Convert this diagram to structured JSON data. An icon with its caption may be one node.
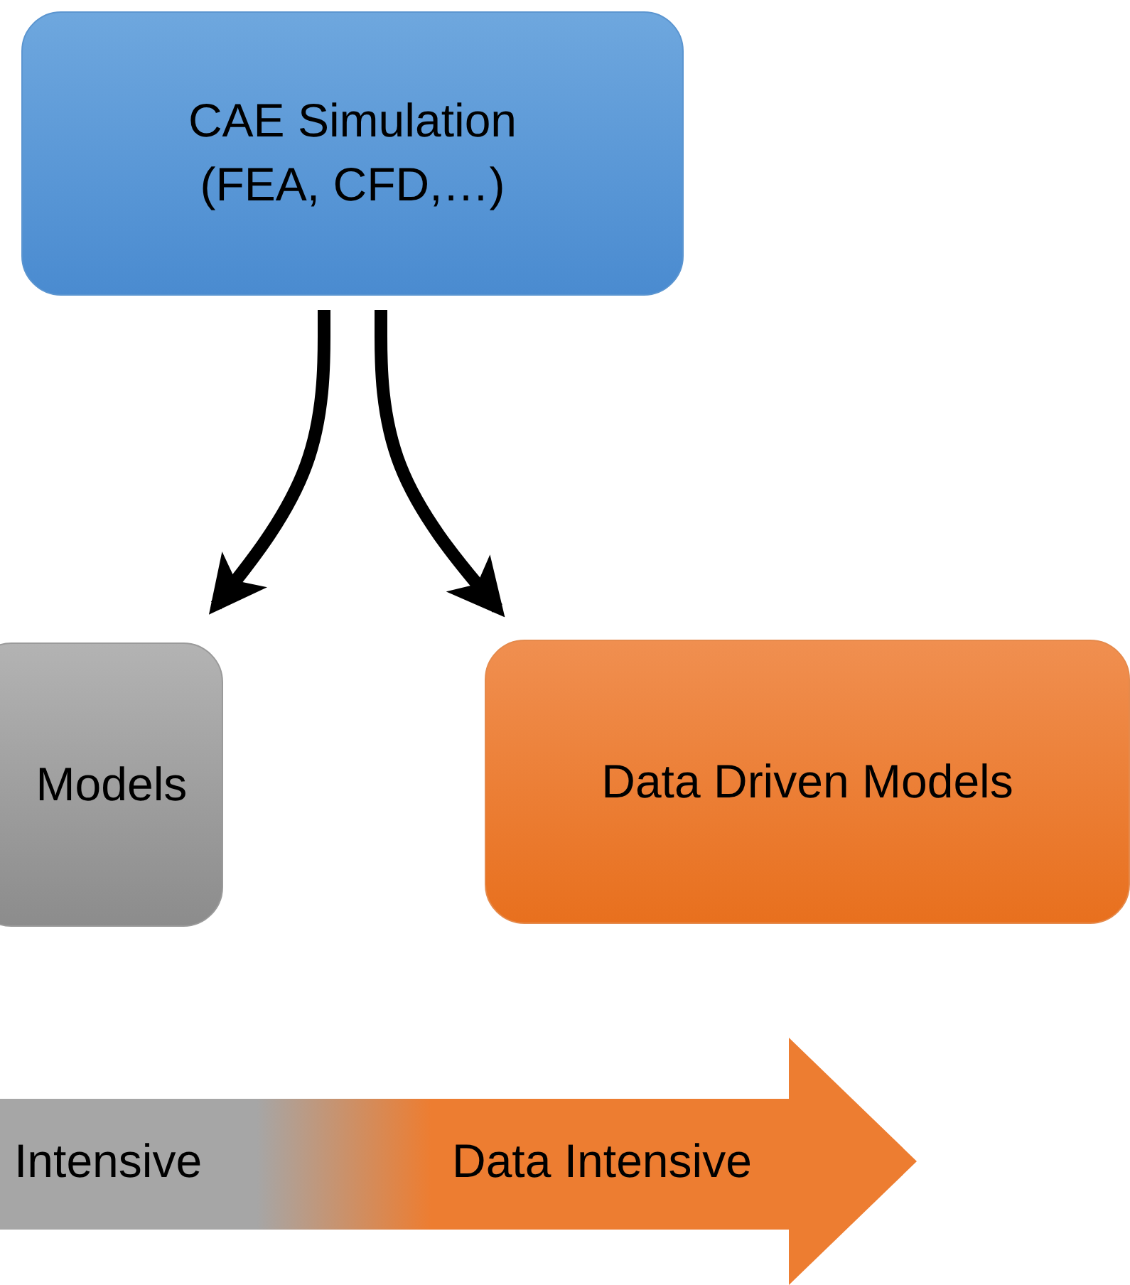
{
  "diagram": {
    "nodes": [
      {
        "text": [
          "CAE Simulation (FEA, CFD,…)"
        ]
      },
      {
        "text": [
          "Models"
        ]
      },
      {
        "text": [
          "Data Driven Models"
        ]
      },
      {
        "text": [
          "Intensive",
          "Data Intensive"
        ]
      }
    ],
    "edges": [
      {
        "from": 0,
        "to": 1,
        "arrow": "to"
      },
      {
        "from": 0,
        "to": 2,
        "arrow": "to"
      }
    ]
  }
}
